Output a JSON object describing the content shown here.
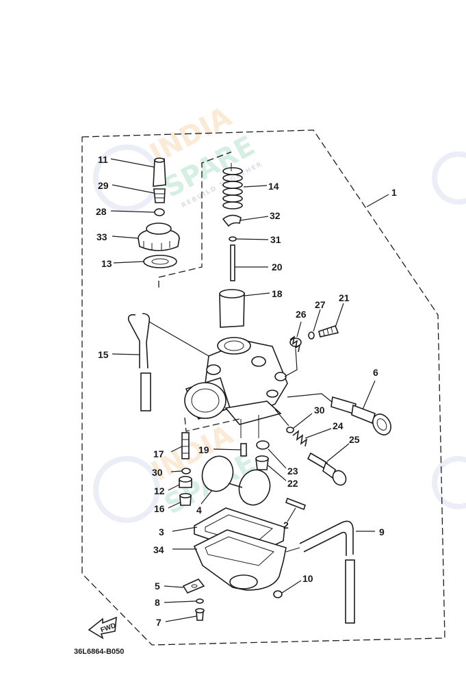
{
  "diagram": {
    "drawing_code": "36L6864-B050",
    "direction_badge": "FWD",
    "watermark": {
      "line1": "INDIA",
      "line2": "SPARE",
      "tagline": "REBUILD TOGETHER"
    },
    "callouts": {
      "n1": "1",
      "n2": "2",
      "n3": "3",
      "n4": "4",
      "n5": "5",
      "n6": "6",
      "n7": "7",
      "n8": "8",
      "n9": "9",
      "n10": "10",
      "n11": "11",
      "n12": "12",
      "n13": "13",
      "n14": "14",
      "n15": "15",
      "n16": "16",
      "n17": "17",
      "n18": "18",
      "n19": "19",
      "n20": "20",
      "n21": "21",
      "n22": "22",
      "n23": "23",
      "n24": "24",
      "n25": "25",
      "n26": "26",
      "n27": "27",
      "n28": "28",
      "n29": "29",
      "n30a": "30",
      "n30b": "30",
      "n31": "31",
      "n32": "32",
      "n33": "33",
      "n34": "34"
    }
  }
}
